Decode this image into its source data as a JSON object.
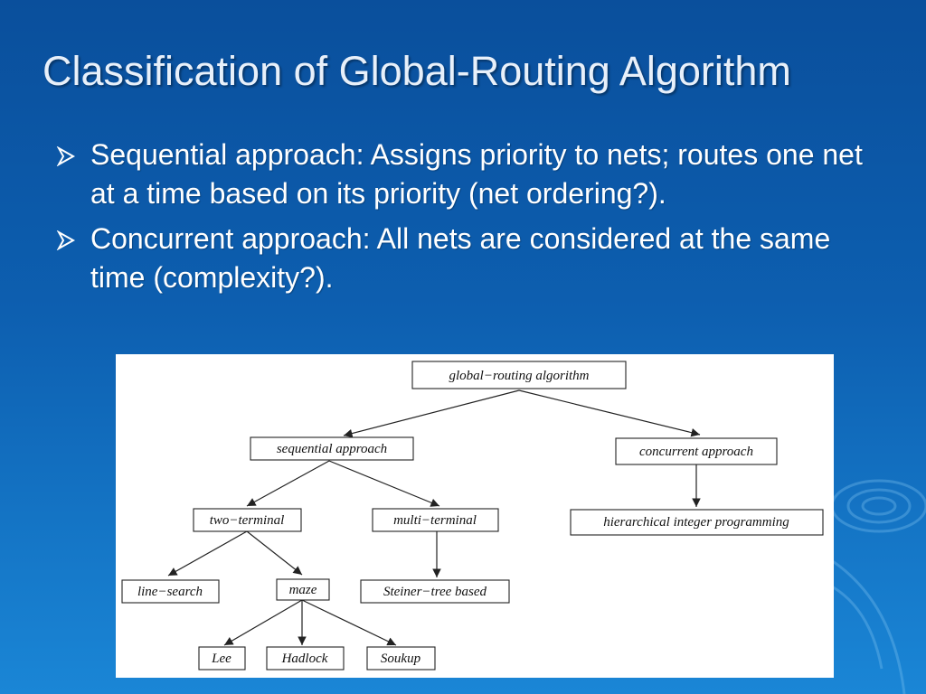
{
  "slide": {
    "title": "Classification of Global-Routing Algorithm",
    "bullets": [
      "Sequential approach: Assigns priority to nets; routes one net at a time based on its priority (net ordering?).",
      "Concurrent approach: All nets are considered at the same time (complexity?)."
    ],
    "bullet_icon": "arrowhead-bullet-icon",
    "colors": {
      "background_top": "#0a4f9c",
      "background_bottom": "#1a86d6",
      "title": "#e8f0fa",
      "text": "#ffffff",
      "bullet": "#ffffff"
    }
  },
  "diagram": {
    "nodes": {
      "root": "global−routing algorithm",
      "sequential": "sequential approach",
      "concurrent": "concurrent approach",
      "two_terminal": "two−terminal",
      "multi_terminal": "multi−terminal",
      "hierarchical": "hierarchical integer programming",
      "line_search": "line−search",
      "maze": "maze",
      "steiner": "Steiner−tree based",
      "lee": "Lee",
      "hadlock": "Hadlock",
      "soukup": "Soukup"
    }
  }
}
